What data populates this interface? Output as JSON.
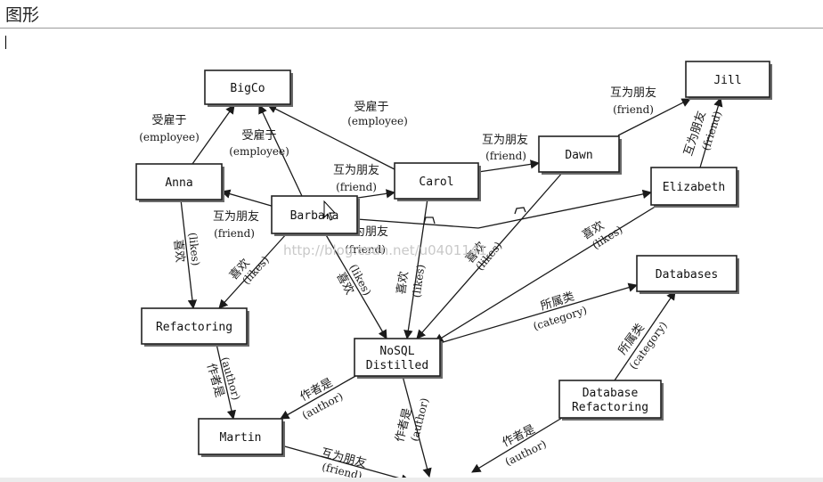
{
  "page": {
    "title": "图形"
  },
  "diagram": {
    "nodes": [
      {
        "id": "bigco",
        "label": "BigCo"
      },
      {
        "id": "jill",
        "label": "Jill"
      },
      {
        "id": "anna",
        "label": "Anna"
      },
      {
        "id": "barbara",
        "label": "Barbara"
      },
      {
        "id": "carol",
        "label": "Carol"
      },
      {
        "id": "dawn",
        "label": "Dawn"
      },
      {
        "id": "elizabeth",
        "label": "Elizabeth"
      },
      {
        "id": "databases",
        "label": "Databases"
      },
      {
        "id": "refactoring",
        "label": "Refactoring"
      },
      {
        "id": "nosql",
        "label": "NoSQL\nDistilled"
      },
      {
        "id": "dbref",
        "label": "Database\nRefactoring"
      },
      {
        "id": "martin",
        "label": "Martin"
      }
    ],
    "edges": [
      {
        "id": "anna-bigco",
        "zh": "受雇于",
        "en": "(employee)"
      },
      {
        "id": "barbara-bigco",
        "zh": "受雇于",
        "en": "(employee)"
      },
      {
        "id": "carol-bigco",
        "zh": "受雇于",
        "en": "(employee)"
      },
      {
        "id": "barbara-anna",
        "zh": "互为朋友",
        "en": "(friend)"
      },
      {
        "id": "barbara-carol",
        "zh": "互为朋友",
        "en": "(friend)"
      },
      {
        "id": "carol-dawn",
        "zh": "互为朋友",
        "en": "(friend)"
      },
      {
        "id": "dawn-jill",
        "zh": "互为朋友",
        "en": "(friend)"
      },
      {
        "id": "elizabeth-jill",
        "zh": "互为朋友",
        "en": "(friend)"
      },
      {
        "id": "barbara-elizabeth",
        "zh": "互为朋友",
        "en": "(friend)"
      },
      {
        "id": "anna-refactoring",
        "zh": "喜欢",
        "en": "(likes)"
      },
      {
        "id": "barbara-refactoring",
        "zh": "喜欢",
        "en": "(likes)"
      },
      {
        "id": "barbara-nosql",
        "zh": "喜欢",
        "en": "(likes)"
      },
      {
        "id": "carol-nosql",
        "zh": "喜欢",
        "en": "(likes)"
      },
      {
        "id": "dawn-nosql",
        "zh": "喜欢",
        "en": "(likes)"
      },
      {
        "id": "elizabeth-nosql",
        "zh": "喜欢",
        "en": "(likes)"
      },
      {
        "id": "nosql-databases",
        "zh": "所属类",
        "en": "(category)"
      },
      {
        "id": "dbref-databases",
        "zh": "所属类",
        "en": "(category)"
      },
      {
        "id": "refactoring-martin",
        "zh": "作者是",
        "en": "(author)"
      },
      {
        "id": "nosql-martin",
        "zh": "作者是",
        "en": "(author)"
      },
      {
        "id": "nosql-down",
        "zh": "作者是",
        "en": "(author)"
      },
      {
        "id": "dbref-down",
        "zh": "作者是",
        "en": "(author)"
      },
      {
        "id": "martin-down",
        "zh": "互为朋友",
        "en": "(friend)"
      }
    ],
    "watermark": "http://blog.csdn.net/u0401141"
  }
}
